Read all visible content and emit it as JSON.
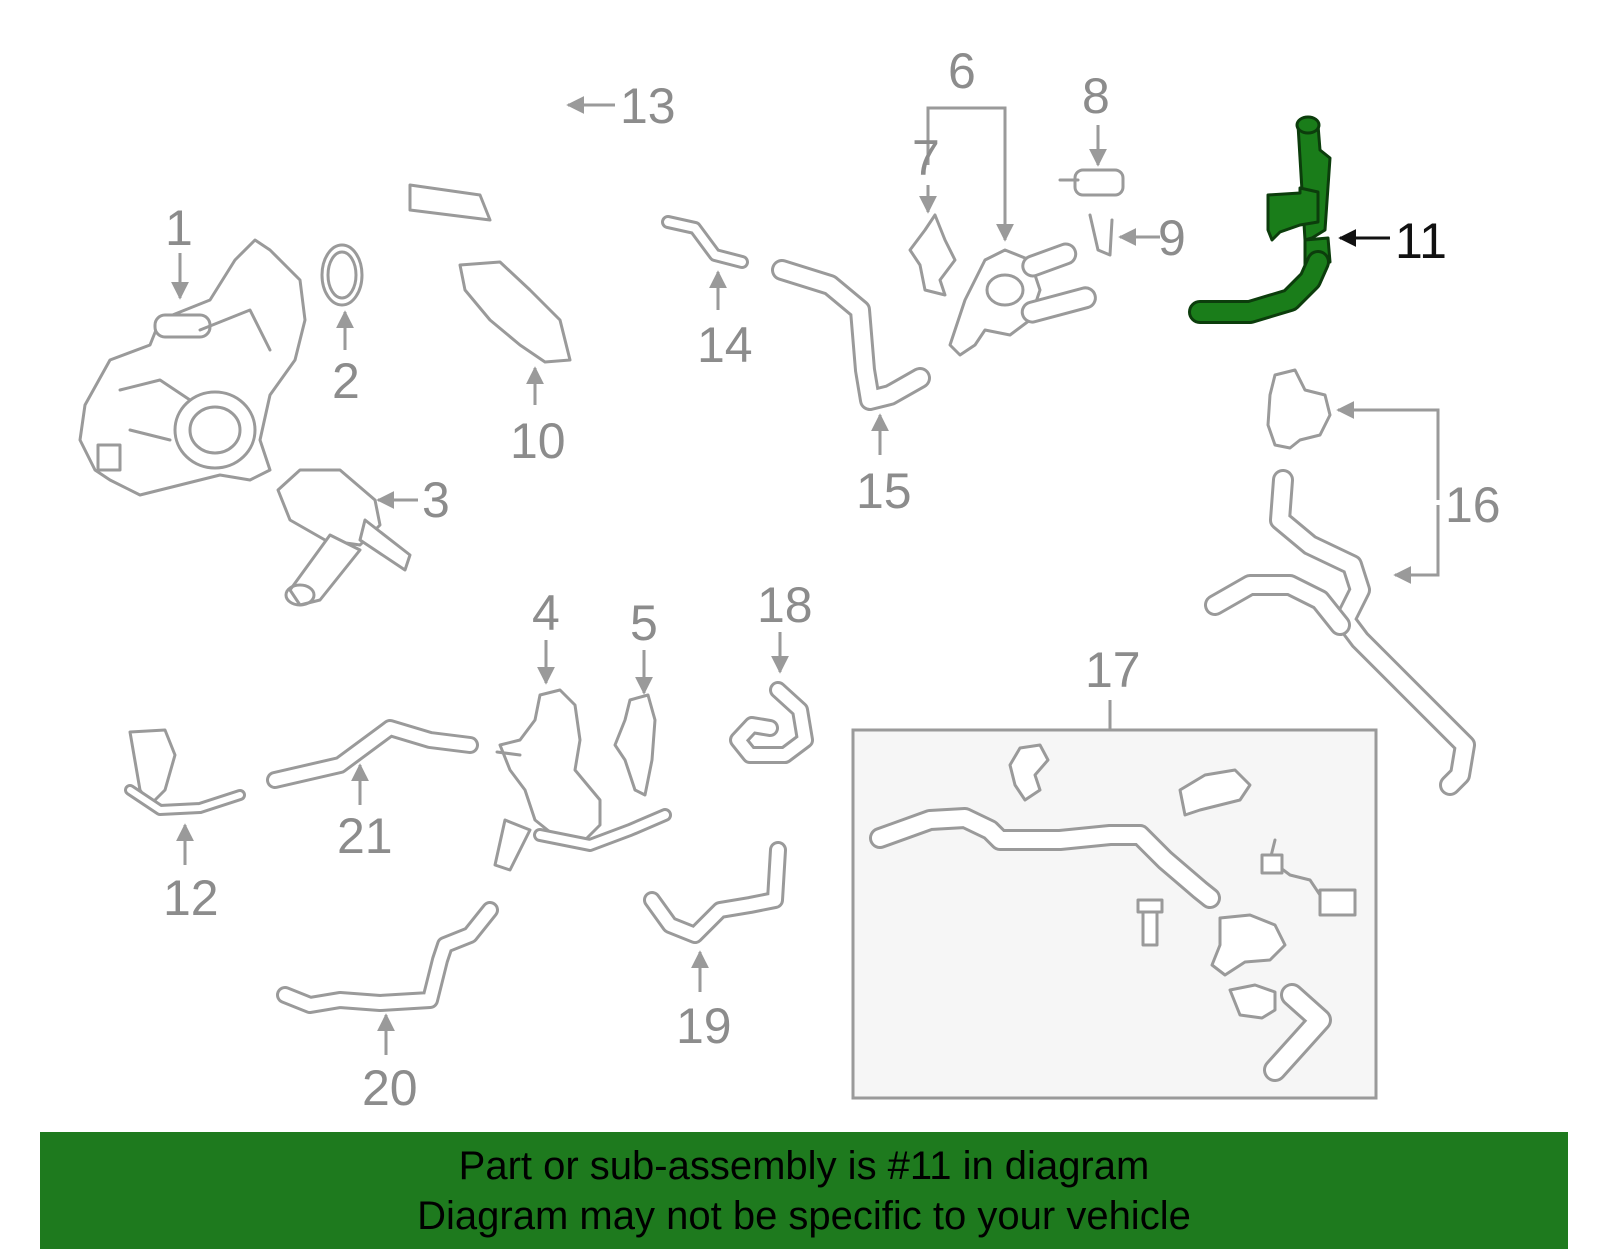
{
  "callouts": {
    "c1": "1",
    "c2": "2",
    "c3": "3",
    "c4": "4",
    "c5": "5",
    "c6": "6",
    "c7": "7",
    "c8": "8",
    "c9": "9",
    "c10": "10",
    "c11": "11",
    "c12": "12",
    "c13": "13",
    "c14": "14",
    "c15": "15",
    "c16": "16",
    "c17": "17",
    "c18": "18",
    "c19": "19",
    "c20": "20",
    "c21": "21"
  },
  "highlighted_part": "11",
  "colors": {
    "highlight": "#1a7d1a",
    "banner": "#1e7a1e",
    "line_art": "#9a9a9a"
  },
  "banner": {
    "line1": "Part or sub-assembly is #11 in diagram",
    "line2": "Diagram may not be specific to your vehicle"
  }
}
